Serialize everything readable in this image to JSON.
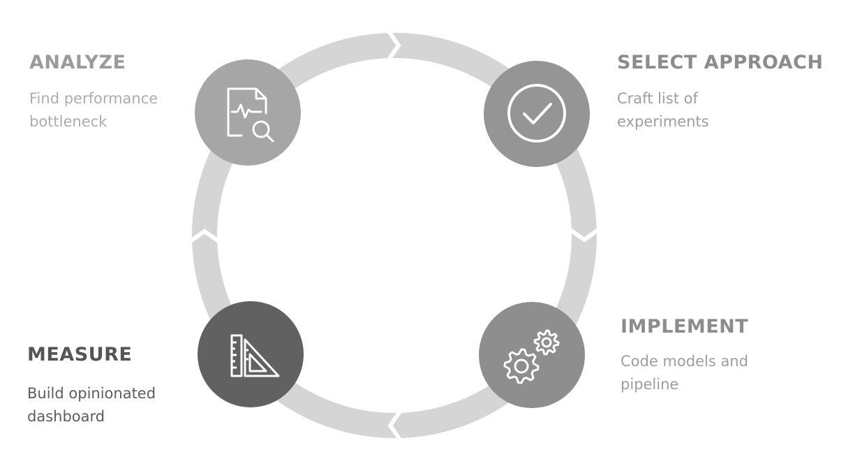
{
  "colors": {
    "ring": "#d5d5d5",
    "node_analyze": "#a6a6a6",
    "node_select": "#959595",
    "node_implement": "#8e8e8e",
    "node_measure": "#616161",
    "icon_stroke": "#ffffff"
  },
  "steps": [
    {
      "id": "analyze",
      "title": "ANALYZE",
      "desc_lines": [
        "Find performance",
        "bottleneck"
      ],
      "icon": "document-search-icon"
    },
    {
      "id": "select",
      "title": "SELECT APPROACH",
      "desc_lines": [
        "Craft list of",
        "experiments"
      ],
      "icon": "check-circle-icon"
    },
    {
      "id": "implement",
      "title": "IMPLEMENT",
      "desc_lines": [
        "Code models and",
        "pipeline"
      ],
      "icon": "gears-icon"
    },
    {
      "id": "measure",
      "title": "MEASURE",
      "desc_lines": [
        "Build opinionated",
        "dashboard"
      ],
      "icon": "ruler-triangle-icon"
    }
  ]
}
